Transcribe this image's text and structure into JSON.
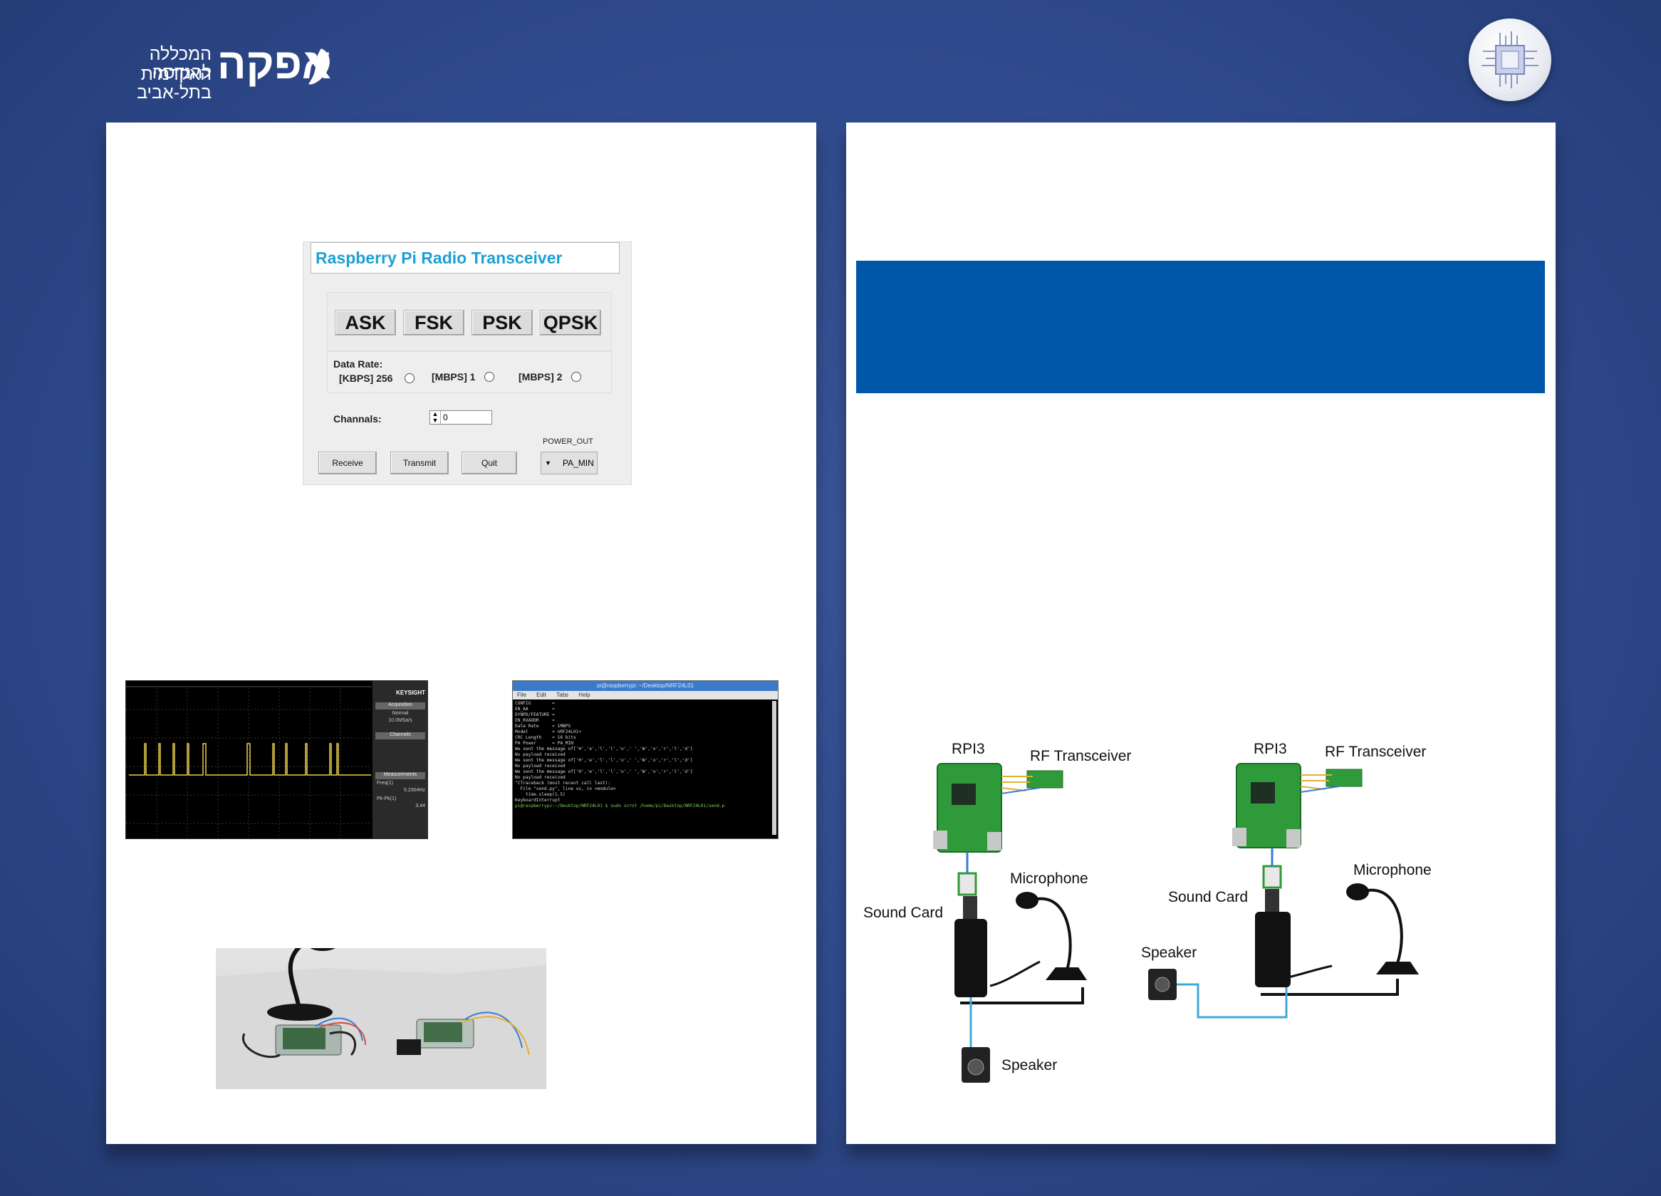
{
  "header": {
    "logo_main": "אפקה",
    "logo_line1": "המכללה האקדמית",
    "logo_line2": "להנדסה בתל-אביב"
  },
  "app": {
    "title": "Raspberry Pi  Radio Transceiver",
    "modulations": [
      "ASK",
      "FSK",
      "PSK",
      "QPSK"
    ],
    "data_rate_label": "Data Rate:",
    "rates": [
      "[KBPS] 256",
      "[MBPS] 1",
      "[MBPS] 2"
    ],
    "channels_label": "Channals:",
    "channels_value": "0",
    "power_label": "POWER_OUT",
    "power_value": "PA_MIN",
    "buttons": {
      "receive": "Receive",
      "transmit": "Transmit",
      "quit": "Quit"
    }
  },
  "scope": {
    "brand": "KEYSIGHT",
    "acquisition": "Acquisition",
    "mode": "Normal",
    "rate": "10.0MSa/s",
    "channels": "Channels",
    "measurements": "Measurements",
    "freq_label": "Freq(1)",
    "freq_value": "5.2304Hz",
    "pk_label": "Pk-Pk(1)",
    "pk_value": "3.44"
  },
  "terminal": {
    "title": "pi@raspberrypi: ~/Desktop/NRF24L01",
    "menu": [
      "File",
      "Edit",
      "Tabs",
      "Help"
    ],
    "lines": [
      "CONFIG        =",
      "EN_AA         =",
      "DYNPD/FEATURE =",
      "EN_RXADDR     =",
      "Data Rate     = 1MBPS",
      "Model         = nRF24L01+",
      "CRC Length    = 16 bits",
      "PA Power      = PA_MIN",
      "We sent the message of['H','e','l','l','o',' ','W','o','r','l','d']",
      "No payload received",
      "We sent the message of['H','e','l','l','o',' ','W','o','r','l','d']",
      "No payload received",
      "We sent the message of['H','e','l','l','o',' ','W','o','r','l','d']",
      "No payload received",
      "^CTraceback (most recent call last):",
      "  File \"send.py\", line xx, in <module>",
      "    time.sleep(1.5)",
      "KeyboardInterrupt",
      "pi@raspberrypi:~/Desktop/NRF24L01 $ sudo scrot /home/pi/Desktop/NRF24L01/send.p"
    ]
  },
  "diagram": {
    "left": {
      "rpi": "RPI3",
      "rf": "RF Transceiver",
      "sound_card": "Sound Card",
      "microphone": "Microphone",
      "speaker": "Speaker"
    },
    "right": {
      "rpi": "RPI3",
      "rf": "RF Transceiver",
      "sound_card": "Sound Card",
      "microphone": "Microphone",
      "speaker": "Speaker"
    }
  }
}
